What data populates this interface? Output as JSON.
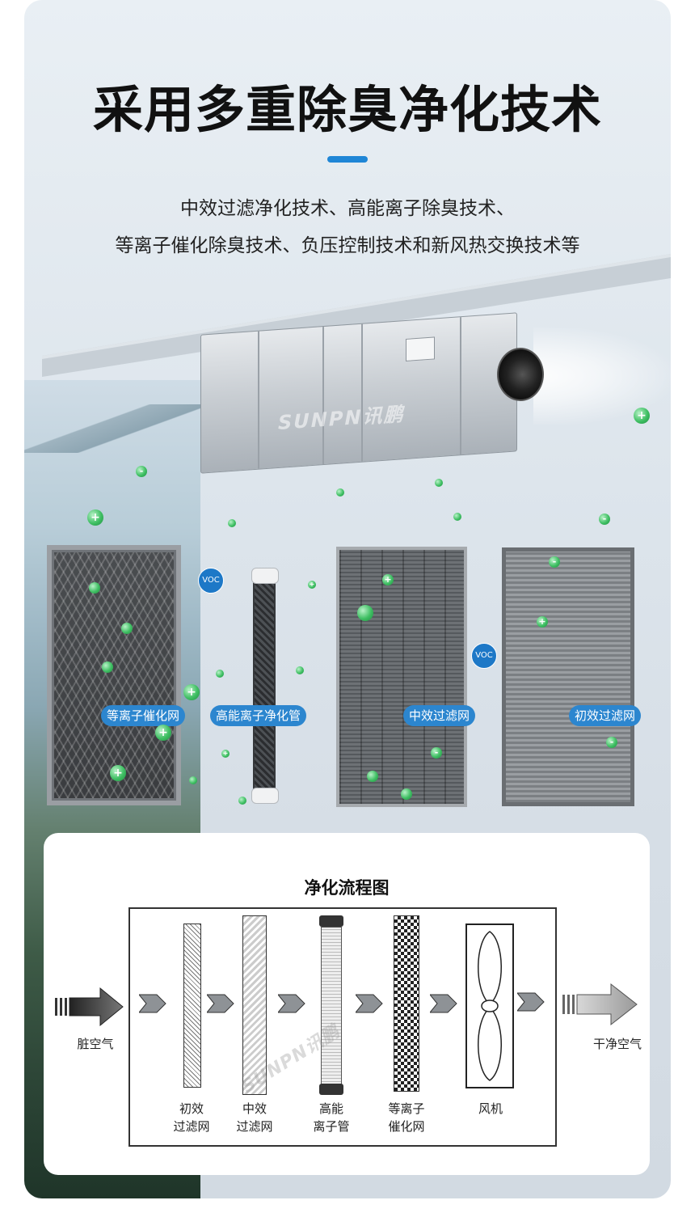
{
  "title": "采用多重除臭净化技术",
  "subtitle_lines": [
    "中效过滤净化技术、高能离子除臭技术、",
    "等离子催化除臭技术、负压控制技术和新风热交换技术等"
  ],
  "device_brand": "SUNPN讯鹏",
  "voc_label": "VOC",
  "filter_tags": {
    "plasma": "等离子催化网",
    "ion_tube": "高能离子净化管",
    "medium": "中效过滤网",
    "primary": "初效过滤网"
  },
  "flow": {
    "title": "净化流程图",
    "input": "脏空气",
    "output": "干净空气",
    "stages": [
      {
        "line1": "初效",
        "line2": "过滤网"
      },
      {
        "line1": "中效",
        "line2": "过滤网"
      },
      {
        "line1": "高能",
        "line2": "离子管"
      },
      {
        "line1": "等离子",
        "line2": "催化网"
      },
      {
        "line1": "风机",
        "line2": ""
      }
    ],
    "watermark": "SUNPN讯鹏"
  },
  "colors": {
    "accent": "#1f86d6",
    "tag_bg": "#2c86cf",
    "ion_green": "#3fbf63"
  }
}
